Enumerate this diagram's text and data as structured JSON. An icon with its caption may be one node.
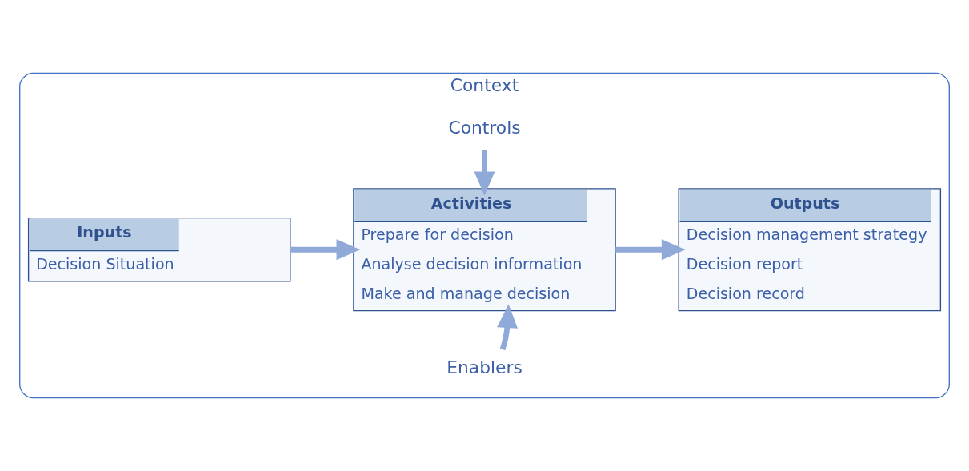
{
  "diagram": {
    "nodes": [
      {
        "text": [
          "Context"
        ]
      },
      {
        "text": [
          "Controls"
        ],
        "in": 0
      },
      {
        "text": [
          "Inputs",
          "Decision Situation"
        ],
        "in": 0
      },
      {
        "text": [
          "Activities",
          "Prepare for decision",
          "Analyse decision information",
          "Make and manage decision"
        ],
        "in": 0
      },
      {
        "text": [
          "Outputs",
          "Decision management strategy",
          "Decision report",
          "Decision record"
        ],
        "in": 0
      },
      {
        "text": [
          "Enablers"
        ],
        "in": 0
      }
    ],
    "edges": [
      {
        "from": 1,
        "to": 3,
        "arrow": "to"
      },
      {
        "from": 2,
        "to": 3,
        "arrow": "to"
      },
      {
        "from": 3,
        "to": 4,
        "arrow": "to"
      },
      {
        "from": 5,
        "to": 3,
        "arrow": "to"
      }
    ]
  }
}
